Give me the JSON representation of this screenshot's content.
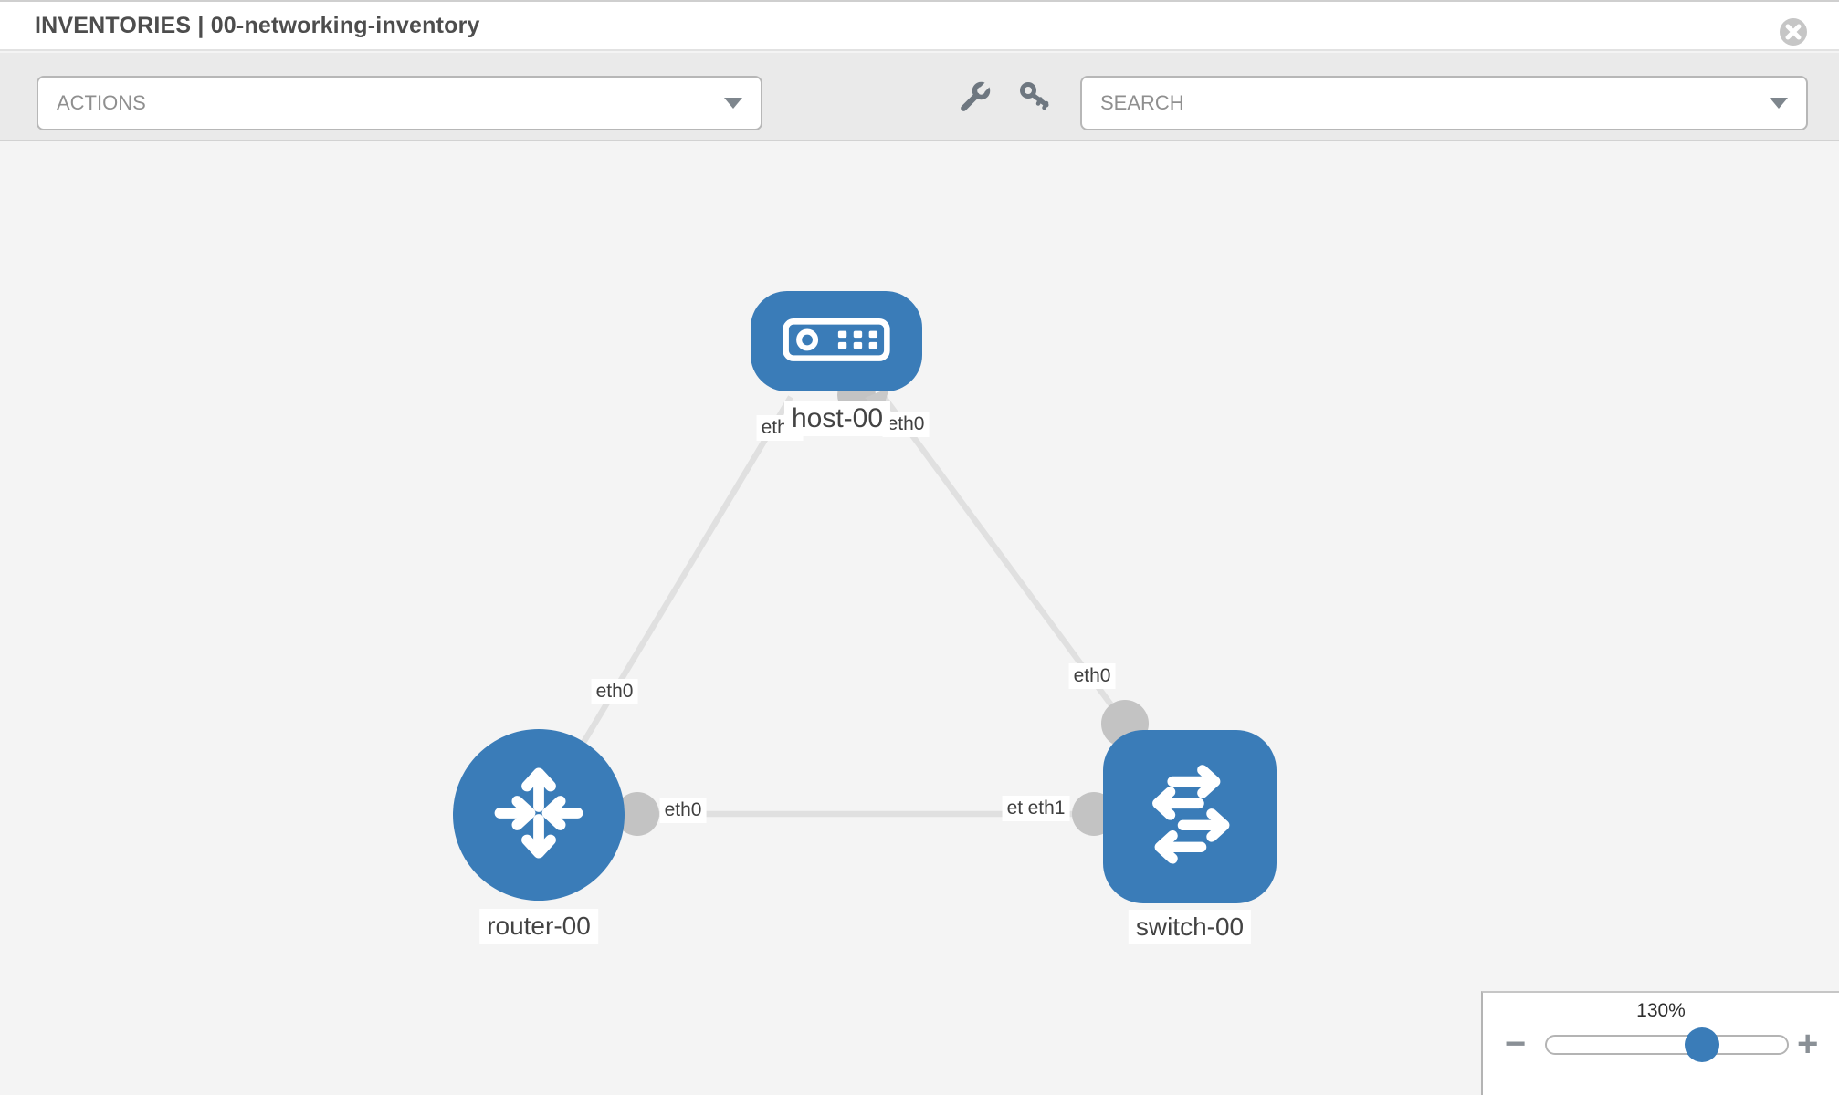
{
  "window": {
    "title": "INVENTORIES | 00-networking-inventory"
  },
  "toolbar": {
    "actions_label": "ACTIONS",
    "search_placeholder": "SEARCH",
    "tool_icons": [
      {
        "name": "wrench-icon"
      },
      {
        "name": "key-icon"
      }
    ]
  },
  "graph": {
    "nodes": [
      {
        "id": "host-00",
        "label": "host-00",
        "type": "host",
        "shape": "rounded-rect"
      },
      {
        "id": "router-00",
        "label": "router-00",
        "type": "router",
        "shape": "circle"
      },
      {
        "id": "switch-00",
        "label": "switch-00",
        "type": "switch",
        "shape": "rounded-square"
      }
    ],
    "edges": [
      {
        "source": "router-00",
        "target": "host-00",
        "source_interface": "eth0",
        "target_interface": "eth0"
      },
      {
        "source": "host-00",
        "target": "switch-00",
        "source_interface": "eth0",
        "target_interface": "eth0"
      },
      {
        "source": "router-00",
        "target": "switch-00",
        "source_interface": "eth0",
        "target_interface": "eth1"
      }
    ],
    "iface_labels": [
      {
        "text": "eth0"
      },
      {
        "text": "eth0"
      },
      {
        "text": "eth0"
      },
      {
        "text": "eth0"
      },
      {
        "text": "eth0"
      },
      {
        "text": "eth0"
      },
      {
        "text": "eth1"
      }
    ]
  },
  "zoom": {
    "value": "130%",
    "percent": 130,
    "minus": "−",
    "plus": "+"
  },
  "colors": {
    "node_blue": "#3a7cb8",
    "edge_gray": "#e0e0e0",
    "connector_gray": "#c3c3c3",
    "canvas_bg": "#f4f4f4",
    "toolbar_bg": "#eaeaea"
  }
}
